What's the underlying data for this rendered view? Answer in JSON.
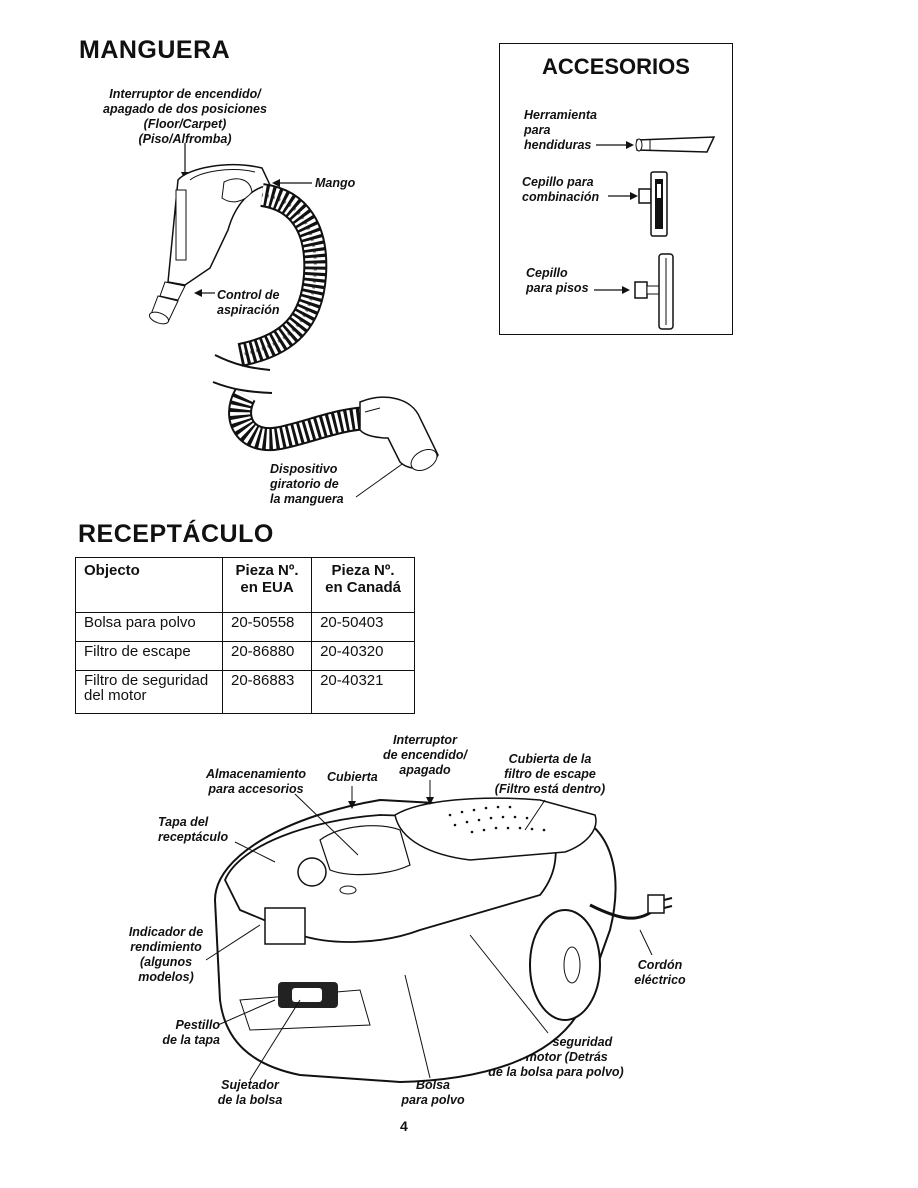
{
  "hose_section": {
    "title": "MANGUERA",
    "labels": {
      "switch": "Interruptor de encendido/\napagado de dos posiciones\n(Floor/Carpet)\n(Piso/Alfromba)",
      "handle": "Mango",
      "suction": "Control de\naspiración",
      "swivel": "Dispositivo\ngiratorio de\nla manguera"
    }
  },
  "accessories": {
    "title": "ACCESORIOS",
    "items": [
      {
        "label": "Herramienta\npara\nhendiduras",
        "icon": "crevice-tool-icon"
      },
      {
        "label": "Cepillo para\ncombinación",
        "icon": "combination-brush-icon"
      },
      {
        "label": "Cepillo\npara pisos",
        "icon": "floor-brush-icon"
      }
    ]
  },
  "canister_section": {
    "title": "RECEPTÁCULO",
    "table": {
      "headers": [
        "Objecto",
        "Pieza Nº.\nen EUA",
        "Pieza Nº.\nen Canadá"
      ],
      "rows": [
        [
          "Bolsa para polvo",
          "20-50558",
          "20-50403"
        ],
        [
          "Filtro de escape",
          "20-86880",
          "20-40320"
        ],
        [
          "Filtro de seguridad\ndel motor",
          "20-86883",
          "20-40321"
        ]
      ]
    },
    "labels": {
      "storage": "Almacenamiento\npara accesorios",
      "cover": "Cubierta",
      "power_switch": "Interruptor\nde encendido/\napagado",
      "filter_cover": "Cubierta de la\nfiltro de escape\n(Filtro está dentro)",
      "lid": "Tapa del\nreceptáculo",
      "indicator": "Indicador de\nrendimiento\n(algunos\nmodelos)",
      "cord": "Cordón\neléctrico",
      "latch": "Pestillo\nde la tapa",
      "motor_filter": "Filtro de seguridad\ndel motor (Detrás\nde la bolsa para polvo)",
      "bag_holder": "Sujetador\nde la bolsa",
      "bag": "Bolsa\npara polvo"
    }
  },
  "page_number": "4"
}
